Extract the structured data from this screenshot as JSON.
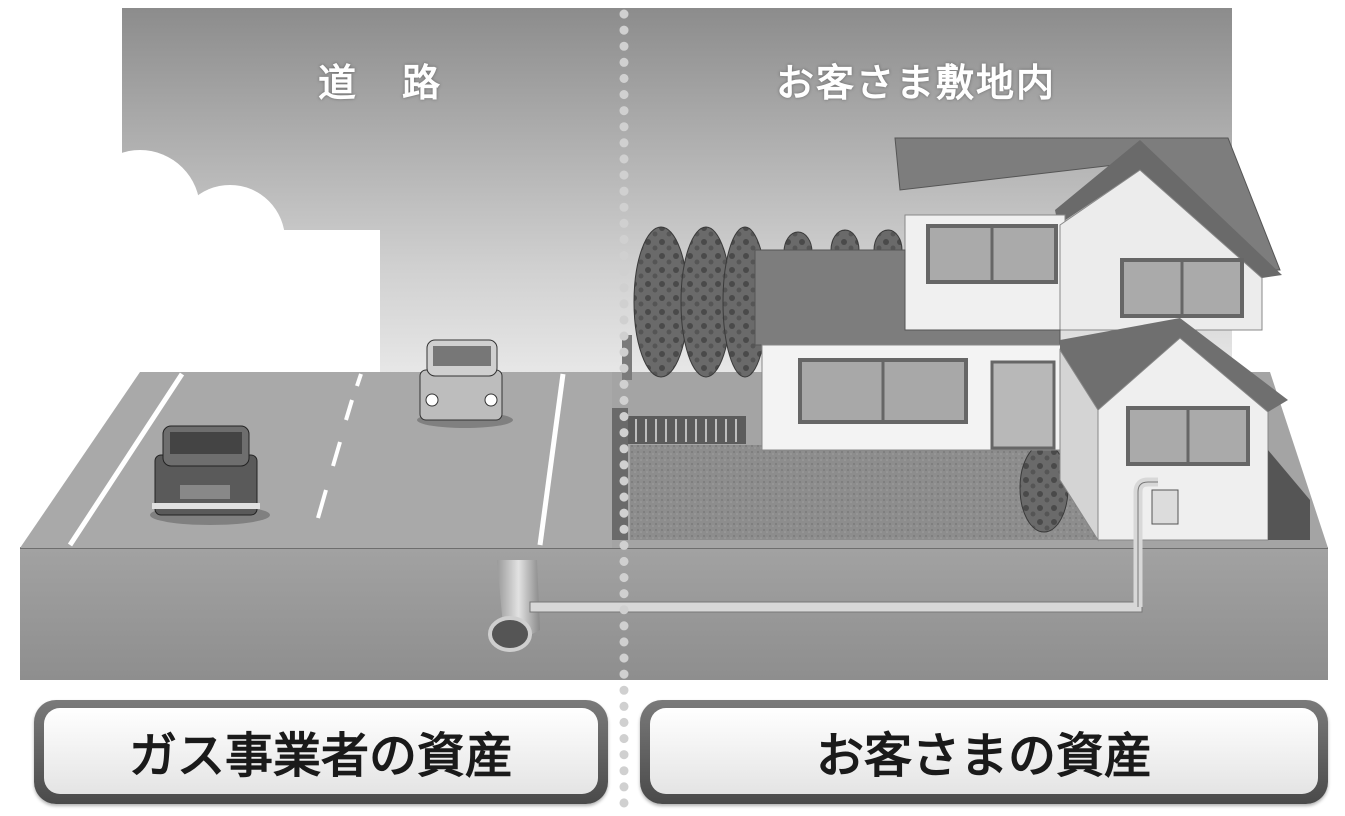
{
  "headers": {
    "road": "道路",
    "premises": "お客さま敷地内"
  },
  "assets": {
    "gas_company": "ガス事業者の資産",
    "customer": "お客さまの資産"
  },
  "colors": {
    "sky_top": "#8a8a8a",
    "sky_bottom": "#dcdcdc",
    "road": "#a8a8a8",
    "ground": "#9a9a9a",
    "lawn": "#8c8c8c",
    "house_wall": "#f2f2f2",
    "roof": "#7a7a7a",
    "divider": "#d0d0d0"
  }
}
